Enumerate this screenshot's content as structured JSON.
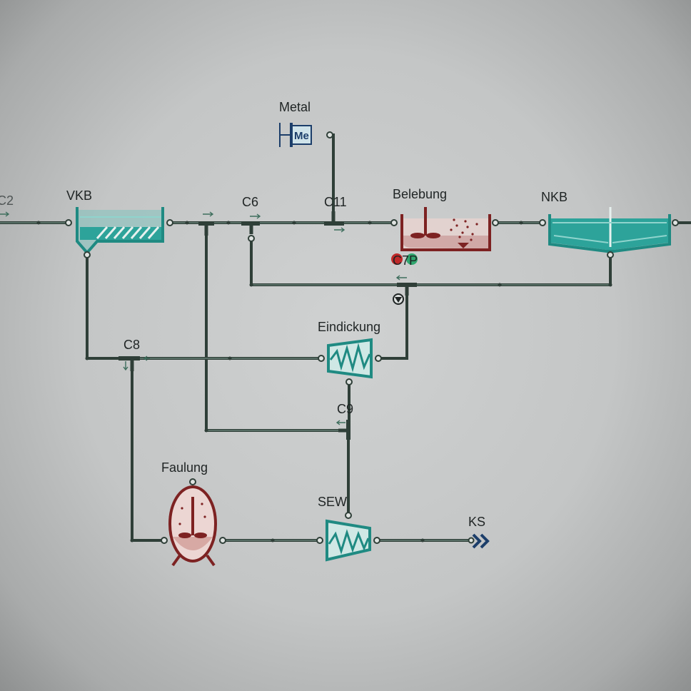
{
  "labels": {
    "c2": "C2",
    "vkb": "VKB",
    "c6": "C6",
    "metal": "Metal",
    "c11": "C11",
    "belebung": "Belebung",
    "nkb": "NKB",
    "c7p": "C7P",
    "eindickung": "Eindickung",
    "c8": "C8",
    "c9": "C9",
    "faulung": "Faulung",
    "sew": "SEW",
    "ks": "KS",
    "metal_symbol": "Me"
  },
  "colors": {
    "pipe": "#2f3f38",
    "teal": "#2da39a",
    "red": "#7d2222",
    "navy": "#1c3e6a"
  },
  "icons": {
    "metal-dosing": "metal-dosing-icon",
    "primary-clarifier": "primary-clarifier-icon",
    "aeration-tank": "aeration-tank-icon",
    "secondary-clarifier": "secondary-clarifier-icon",
    "thickener": "thickener-icon",
    "digester": "digester-icon",
    "dewatering": "dewatering-icon",
    "outlet": "outlet-chevron-icon",
    "pump": "pump-icon"
  }
}
